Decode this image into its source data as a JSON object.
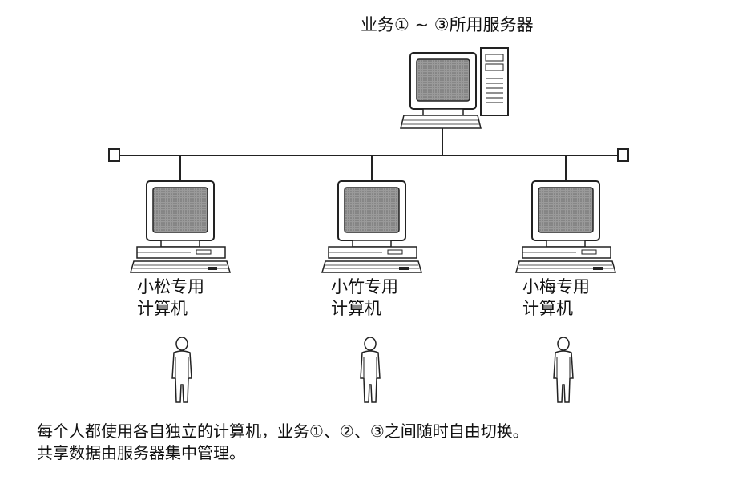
{
  "server": {
    "label": "业务① ~ ③所用服务器"
  },
  "computers": [
    {
      "line1": "小松专用",
      "line2": "计算机"
    },
    {
      "line1": "小竹专用",
      "line2": "计算机"
    },
    {
      "line1": "小梅专用",
      "line2": "计算机"
    }
  ],
  "caption": {
    "line1": "每个人都使用各自独立的计算机，业务①、②、③之间随时自由切换。",
    "line2": "共享数据由服务器集中管理。"
  }
}
